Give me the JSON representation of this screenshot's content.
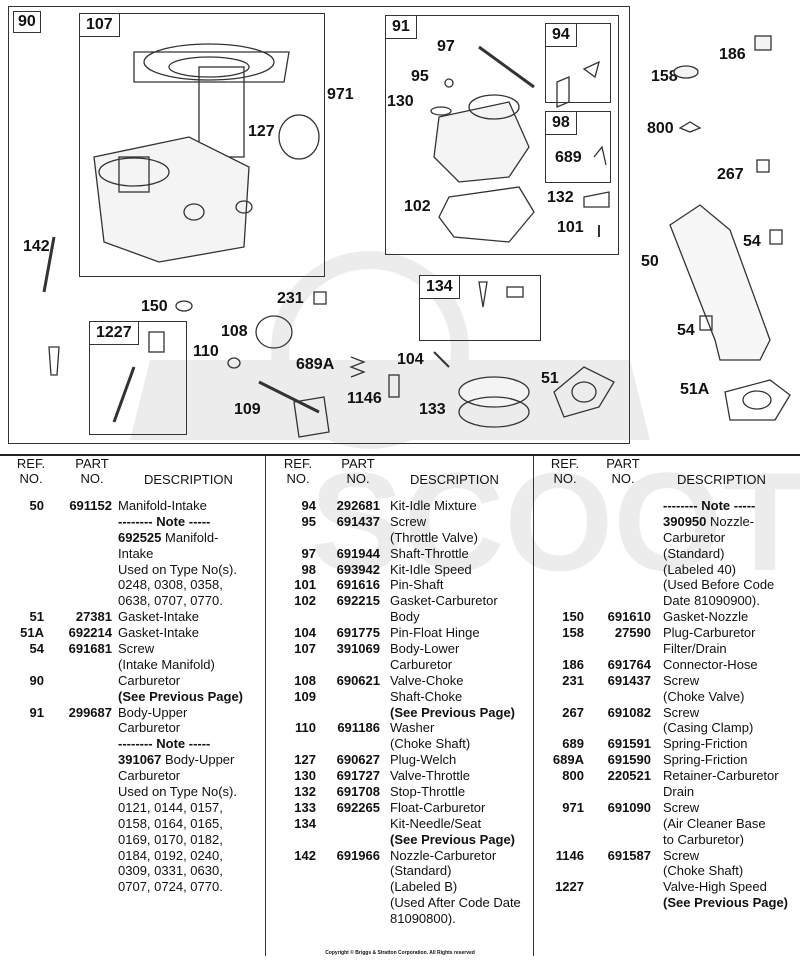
{
  "diagram": {
    "labels": {
      "n90": "90",
      "n107": "107",
      "n91": "91",
      "n94": "94",
      "n98": "98",
      "n689": "689",
      "n97": "97",
      "n95": "95",
      "n130": "130",
      "n971": "971",
      "n127": "127",
      "n186": "186",
      "n158": "158",
      "n800": "800",
      "n267": "267",
      "n102": "102",
      "n132": "132",
      "n101": "101",
      "n142": "142",
      "n50": "50",
      "n54a": "54",
      "n54b": "54",
      "n150": "150",
      "n231": "231",
      "n134": "134",
      "n1227": "1227",
      "n108": "108",
      "n110": "110",
      "n689A": "689A",
      "n104": "104",
      "n51": "51",
      "n1146": "1146",
      "n133": "133",
      "n109": "109",
      "n51A": "51A"
    }
  },
  "legend": {
    "headers": {
      "ref": "REF.\nNO.",
      "part": "PART\nNO.",
      "desc": "DESCRIPTION"
    },
    "columns": [
      [
        {
          "ref": "50",
          "part": "691152",
          "desc": "Manifold-Intake"
        },
        {
          "ref": "",
          "part": "",
          "desc": "-------- Note -----",
          "bold": true
        },
        {
          "ref": "",
          "part": "",
          "desc": "692525 Manifold-",
          "boldPrefix": "692525"
        },
        {
          "ref": "",
          "part": "",
          "desc": "Intake"
        },
        {
          "ref": "",
          "part": "",
          "desc": "Used on Type No(s)."
        },
        {
          "ref": "",
          "part": "",
          "desc": "0248, 0308, 0358,"
        },
        {
          "ref": "",
          "part": "",
          "desc": "0638, 0707, 0770."
        },
        {
          "ref": "51",
          "part": "27381",
          "desc": "Gasket-Intake"
        },
        {
          "ref": "51A",
          "part": "692214",
          "desc": "Gasket-Intake"
        },
        {
          "ref": "54",
          "part": "691681",
          "desc": "Screw"
        },
        {
          "ref": "",
          "part": "",
          "desc": "(Intake Manifold)"
        },
        {
          "ref": "90",
          "part": "",
          "desc": "Carburetor"
        },
        {
          "ref": "",
          "part": "",
          "desc": "(See Previous Page)",
          "bold": true
        },
        {
          "ref": "91",
          "part": "299687",
          "desc": "Body-Upper"
        },
        {
          "ref": "",
          "part": "",
          "desc": "Carburetor"
        },
        {
          "ref": "",
          "part": "",
          "desc": "-------- Note -----",
          "bold": true
        },
        {
          "ref": "",
          "part": "",
          "desc": "391067 Body-Upper",
          "boldPrefix": "391067"
        },
        {
          "ref": "",
          "part": "",
          "desc": "Carburetor"
        },
        {
          "ref": "",
          "part": "",
          "desc": "Used on Type No(s)."
        },
        {
          "ref": "",
          "part": "",
          "desc": "0121, 0144, 0157,"
        },
        {
          "ref": "",
          "part": "",
          "desc": "0158, 0164, 0165,"
        },
        {
          "ref": "",
          "part": "",
          "desc": "0169, 0170, 0182,"
        },
        {
          "ref": "",
          "part": "",
          "desc": "0184, 0192, 0240,"
        },
        {
          "ref": "",
          "part": "",
          "desc": "0309, 0331, 0630,"
        },
        {
          "ref": "",
          "part": "",
          "desc": "0707, 0724, 0770."
        }
      ],
      [
        {
          "ref": "94",
          "part": "292681",
          "desc": "Kit-Idle Mixture"
        },
        {
          "ref": "95",
          "part": "691437",
          "desc": "Screw"
        },
        {
          "ref": "",
          "part": "",
          "desc": "(Throttle Valve)"
        },
        {
          "ref": "97",
          "part": "691944",
          "desc": "Shaft-Throttle"
        },
        {
          "ref": "98",
          "part": "693942",
          "desc": "Kit-Idle Speed"
        },
        {
          "ref": "101",
          "part": "691616",
          "desc": "Pin-Shaft"
        },
        {
          "ref": "102",
          "part": "692215",
          "desc": "Gasket-Carburetor"
        },
        {
          "ref": "",
          "part": "",
          "desc": "Body"
        },
        {
          "ref": "104",
          "part": "691775",
          "desc": "Pin-Float Hinge"
        },
        {
          "ref": "107",
          "part": "391069",
          "desc": "Body-Lower"
        },
        {
          "ref": "",
          "part": "",
          "desc": "Carburetor"
        },
        {
          "ref": "108",
          "part": "690621",
          "desc": "Valve-Choke"
        },
        {
          "ref": "109",
          "part": "",
          "desc": "Shaft-Choke"
        },
        {
          "ref": "",
          "part": "",
          "desc": "(See Previous Page)",
          "bold": true
        },
        {
          "ref": "110",
          "part": "691186",
          "desc": "Washer"
        },
        {
          "ref": "",
          "part": "",
          "desc": "(Choke Shaft)"
        },
        {
          "ref": "127",
          "part": "690627",
          "desc": "Plug-Welch"
        },
        {
          "ref": "130",
          "part": "691727",
          "desc": "Valve-Throttle"
        },
        {
          "ref": "132",
          "part": "691708",
          "desc": "Stop-Throttle"
        },
        {
          "ref": "133",
          "part": "692265",
          "desc": "Float-Carburetor"
        },
        {
          "ref": "134",
          "part": "",
          "desc": "Kit-Needle/Seat"
        },
        {
          "ref": "",
          "part": "",
          "desc": "(See Previous Page)",
          "bold": true
        },
        {
          "ref": "142",
          "part": "691966",
          "desc": "Nozzle-Carburetor"
        },
        {
          "ref": "",
          "part": "",
          "desc": "(Standard)"
        },
        {
          "ref": "",
          "part": "",
          "desc": "(Labeled B)"
        },
        {
          "ref": "",
          "part": "",
          "desc": "(Used After Code Date"
        },
        {
          "ref": "",
          "part": "",
          "desc": "81090800)."
        }
      ],
      [
        {
          "ref": "",
          "part": "",
          "desc": "-------- Note -----",
          "bold": true
        },
        {
          "ref": "",
          "part": "",
          "desc": "390950 Nozzle-",
          "boldPrefix": "390950"
        },
        {
          "ref": "",
          "part": "",
          "desc": "Carburetor"
        },
        {
          "ref": "",
          "part": "",
          "desc": "(Standard)"
        },
        {
          "ref": "",
          "part": "",
          "desc": "(Labeled 40)"
        },
        {
          "ref": "",
          "part": "",
          "desc": "(Used Before Code"
        },
        {
          "ref": "",
          "part": "",
          "desc": "Date 81090900)."
        },
        {
          "ref": "150",
          "part": "691610",
          "desc": "Gasket-Nozzle"
        },
        {
          "ref": "158",
          "part": "27590",
          "desc": "Plug-Carburetor"
        },
        {
          "ref": "",
          "part": "",
          "desc": "Filter/Drain"
        },
        {
          "ref": "186",
          "part": "691764",
          "desc": "Connector-Hose"
        },
        {
          "ref": "231",
          "part": "691437",
          "desc": "Screw"
        },
        {
          "ref": "",
          "part": "",
          "desc": "(Choke Valve)"
        },
        {
          "ref": "267",
          "part": "691082",
          "desc": "Screw"
        },
        {
          "ref": "",
          "part": "",
          "desc": "(Casing Clamp)"
        },
        {
          "ref": "689",
          "part": "691591",
          "desc": "Spring-Friction"
        },
        {
          "ref": "689A",
          "part": "691590",
          "desc": "Spring-Friction"
        },
        {
          "ref": "800",
          "part": "220521",
          "desc": "Retainer-Carburetor"
        },
        {
          "ref": "",
          "part": "",
          "desc": "Drain"
        },
        {
          "ref": "971",
          "part": "691090",
          "desc": "Screw"
        },
        {
          "ref": "",
          "part": "",
          "desc": "(Air Cleaner Base"
        },
        {
          "ref": "",
          "part": "",
          "desc": "to Carburetor)"
        },
        {
          "ref": "1146",
          "part": "691587",
          "desc": "Screw"
        },
        {
          "ref": "",
          "part": "",
          "desc": "(Choke Shaft)"
        },
        {
          "ref": "1227",
          "part": "",
          "desc": "Valve-High Speed"
        },
        {
          "ref": "",
          "part": "",
          "desc": "(See Previous Page)",
          "bold": true
        }
      ]
    ],
    "copyright": "Copyright © Briggs & Stratton Corporation. All Rights reserved"
  }
}
